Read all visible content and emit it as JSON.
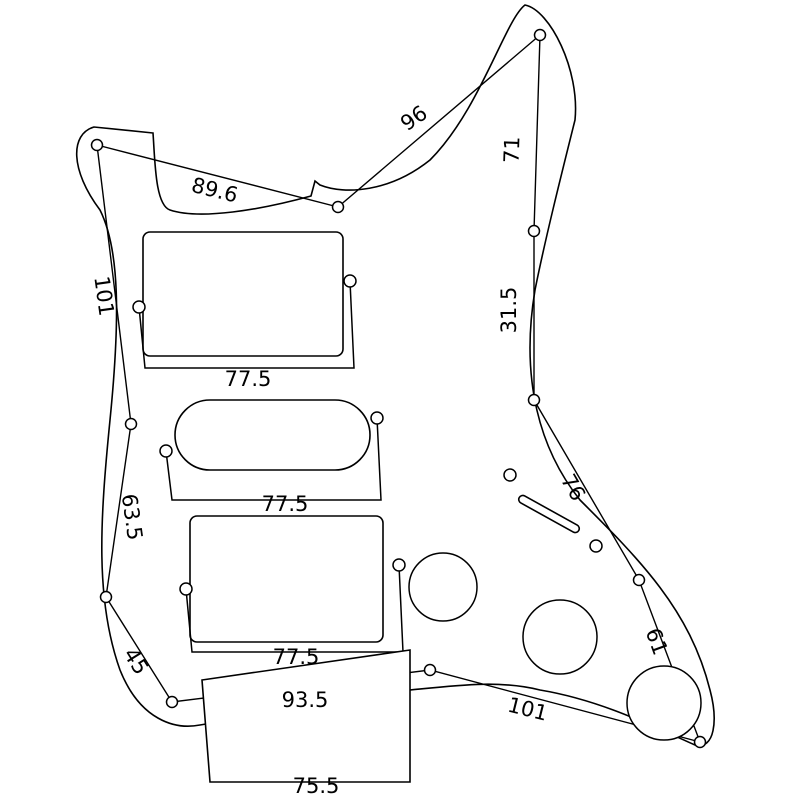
{
  "diagram": {
    "dimensions": {
      "top_horn": "96",
      "neck_pocket": "89.6",
      "left_upper": "101",
      "right_upper": "71",
      "right_mid": "31.5",
      "right_lower": "76",
      "right_bottom": "61",
      "left_mid": "63.5",
      "left_bottom": "45",
      "bottom_right": "101",
      "bridge": "93.5",
      "bridge_base": "75.5",
      "neck_pickup": "77.5",
      "middle_pickup": "77.5",
      "bridge_pickup": "77.5"
    }
  }
}
